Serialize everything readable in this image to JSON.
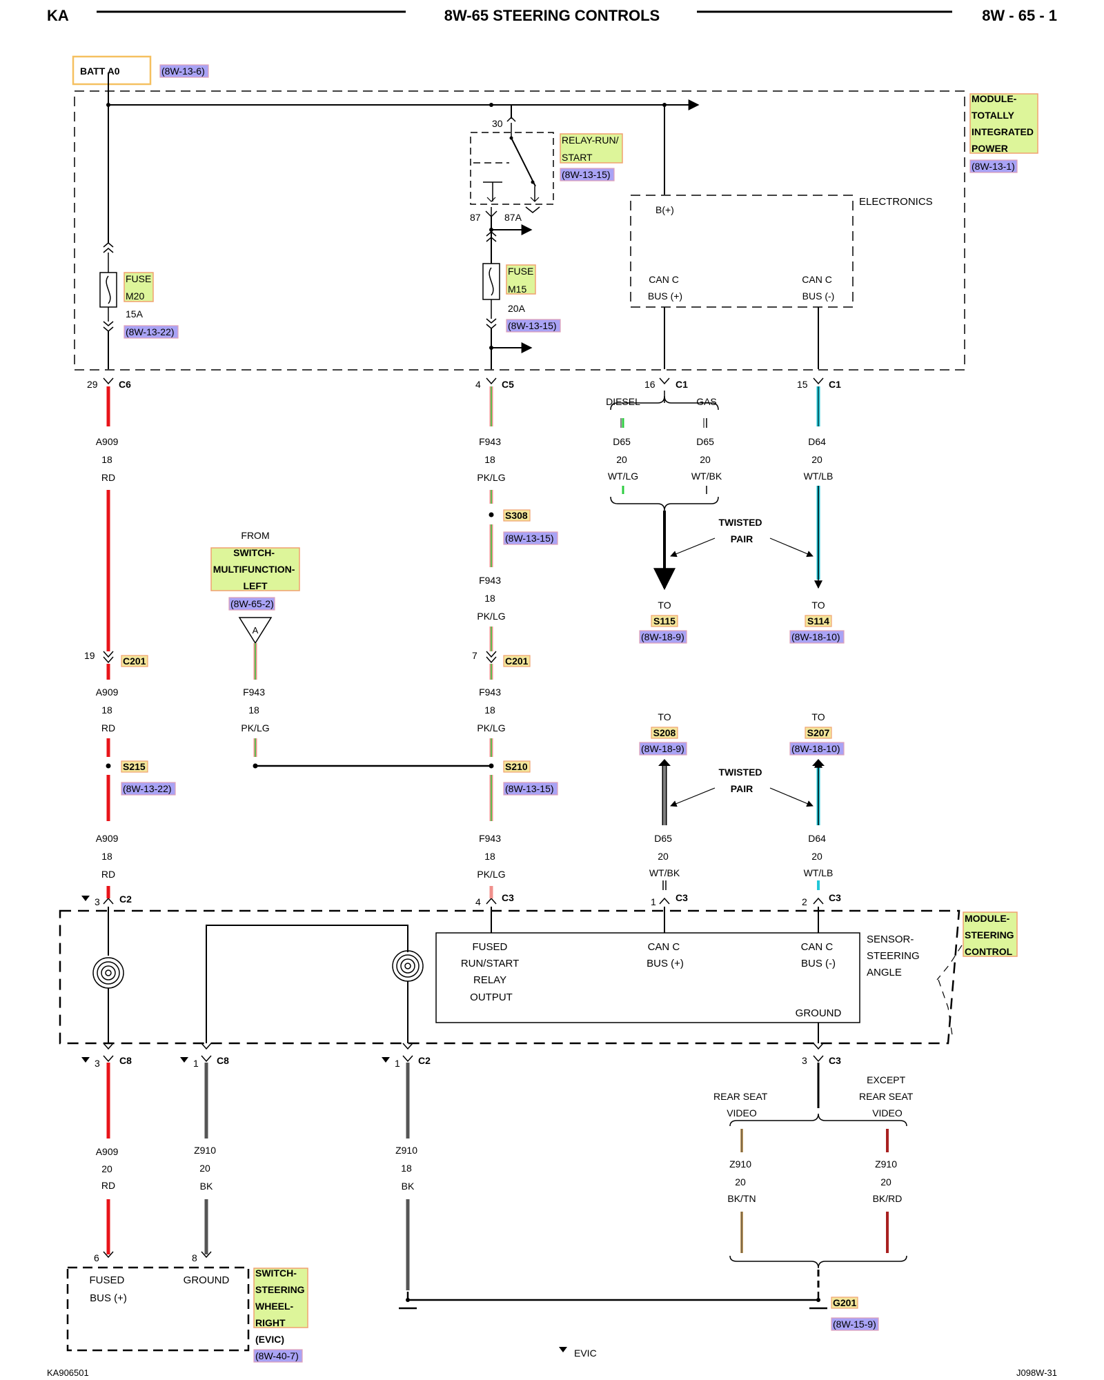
{
  "header": {
    "left": "KA",
    "title": "8W-65 STEERING CONTROLS",
    "right": "8W - 65 - 1"
  },
  "footer": {
    "left": "KA906501",
    "right": "J098W-31",
    "legend": "EVIC"
  },
  "batt": {
    "label": "BATT A0",
    "ref": "(8W-13-6)"
  },
  "tipm": {
    "name": [
      "MODULE-",
      "TOTALLY",
      "INTEGRATED",
      "POWER"
    ],
    "ref": "(8W-13-1)",
    "electronics": "ELECTRONICS",
    "bplus": "B(+)",
    "canp": [
      "CAN C",
      "BUS (+)"
    ],
    "cann": [
      "CAN C",
      "BUS (-)"
    ]
  },
  "relay": {
    "name": [
      "RELAY-RUN/",
      "START"
    ],
    "ref": "(8W-13-15)",
    "pin30": "30",
    "pin87": "87",
    "pin87a": "87A"
  },
  "fuse_m20": {
    "name": [
      "FUSE",
      "M20"
    ],
    "amps": "15A",
    "ref": "(8W-13-22)"
  },
  "fuse_m15": {
    "name": [
      "FUSE",
      "M15"
    ],
    "amps": "20A",
    "ref": "(8W-13-15)"
  },
  "connectors": {
    "c6": {
      "pin": "29",
      "name": "C6"
    },
    "c5": {
      "pin": "4",
      "name": "C5"
    },
    "c1a": {
      "pin": "16",
      "name": "C1"
    },
    "c1b": {
      "pin": "15",
      "name": "C1"
    },
    "c201a": {
      "pin": "19",
      "name": "C201"
    },
    "c201b": {
      "pin": "7",
      "name": "C201"
    },
    "c2top": {
      "pin": "3",
      "name": "C2"
    },
    "c3a": {
      "pin": "4",
      "name": "C3"
    },
    "c3b": {
      "pin": "1",
      "name": "C3"
    },
    "c3c": {
      "pin": "2",
      "name": "C3"
    },
    "c8a": {
      "pin": "3",
      "name": "C8"
    },
    "c8b": {
      "pin": "1",
      "name": "C8"
    },
    "c2bot": {
      "pin": "1",
      "name": "C2"
    },
    "c3gnd": {
      "pin": "3",
      "name": "C3"
    },
    "sw6": {
      "pin": "6"
    },
    "sw8": {
      "pin": "8"
    }
  },
  "wires": {
    "a909": [
      "A909",
      "18",
      "RD"
    ],
    "a909b": [
      "A909",
      "20",
      "RD"
    ],
    "f943": [
      "F943",
      "18",
      "PK/LG"
    ],
    "d65lg": [
      "D65",
      "20",
      "WT/LG"
    ],
    "d65bk": [
      "D65",
      "20",
      "WT/BK"
    ],
    "d64": [
      "D64",
      "20",
      "WT/LB"
    ],
    "z910a": [
      "Z910",
      "20",
      "BK"
    ],
    "z910b": [
      "Z910",
      "18",
      "BK"
    ],
    "z910tn": [
      "Z910",
      "20",
      "BK/TN"
    ],
    "z910rd": [
      "Z910",
      "20",
      "BK/RD"
    ]
  },
  "splices": {
    "s308": {
      "name": "S308",
      "ref": "(8W-13-15)"
    },
    "s215": {
      "name": "S215",
      "ref": "(8W-13-22)"
    },
    "s210": {
      "name": "S210",
      "ref": "(8W-13-15)"
    },
    "s115": {
      "to": "TO",
      "name": "S115",
      "ref": "(8W-18-9)"
    },
    "s114": {
      "to": "TO",
      "name": "S114",
      "ref": "(8W-18-10)"
    },
    "s208": {
      "to": "TO",
      "name": "S208",
      "ref": "(8W-18-9)"
    },
    "s207": {
      "to": "TO",
      "name": "S207",
      "ref": "(8W-18-10)"
    },
    "g201": {
      "name": "G201",
      "ref": "(8W-15-9)"
    }
  },
  "options": {
    "diesel": "DIESEL",
    "gas": "GAS",
    "rsv": [
      "REAR SEAT",
      "VIDEO"
    ],
    "xrsv": [
      "EXCEPT",
      "REAR SEAT",
      "VIDEO"
    ]
  },
  "twisted": [
    "TWISTED",
    "PAIR"
  ],
  "from_switch": {
    "from": "FROM",
    "name": [
      "SWITCH-",
      "MULTIFUNCTION-",
      "LEFT"
    ],
    "ref": "(8W-65-2)",
    "tag": "A"
  },
  "scm": {
    "name": [
      "MODULE-",
      "STEERING",
      "CONTROL"
    ],
    "sensor": [
      "SENSOR-",
      "STEERING",
      "ANGLE"
    ],
    "fused": [
      "FUSED",
      "RUN/START",
      "RELAY",
      "OUTPUT"
    ],
    "canp": [
      "CAN C",
      "BUS (+)"
    ],
    "cann": [
      "CAN C",
      "BUS (-)"
    ],
    "ground": "GROUND"
  },
  "swr": {
    "fused": [
      "FUSED",
      "BUS (+)"
    ],
    "ground": "GROUND",
    "name": [
      "SWITCH-",
      "STEERING",
      "WHEEL-",
      "RIGHT"
    ],
    "evic": "(EVIC)",
    "ref": "(8W-40-7)"
  },
  "colors": {
    "red": "#e8141a",
    "pink": "#f0908c",
    "lightgreen": "#2ecc40",
    "white": "#ffffff",
    "lightblue": "#22c7d8",
    "black": "#000000",
    "grey": "#555555",
    "tan": "#c8a060",
    "darkred": "#a82020"
  }
}
